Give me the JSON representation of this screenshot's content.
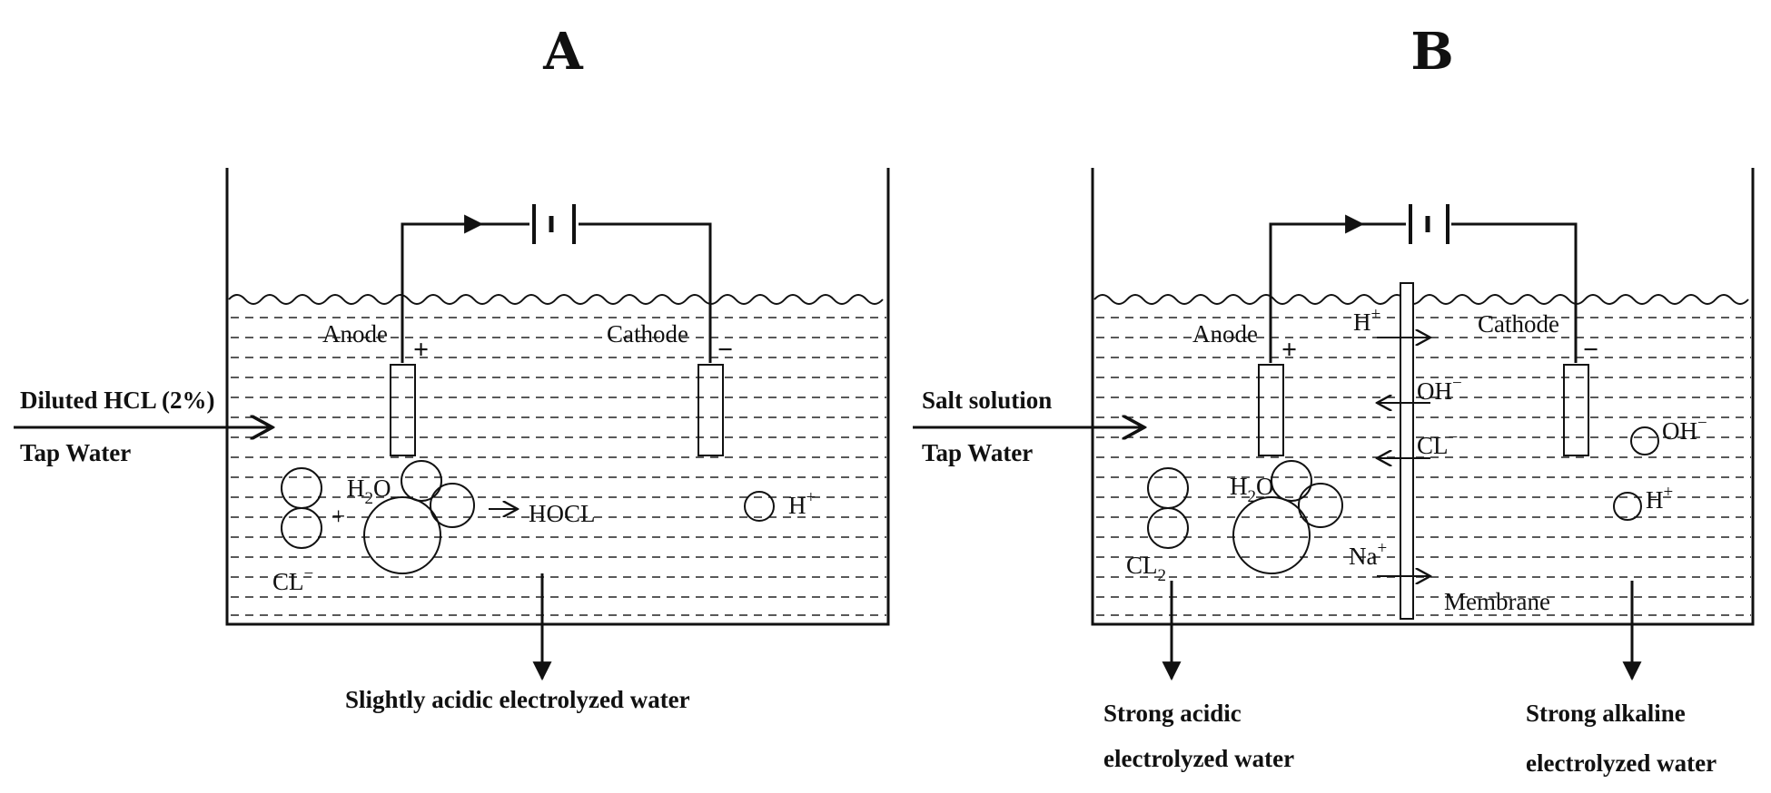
{
  "panels": {
    "a": {
      "title": "A",
      "inlet_line1": "Diluted HCL (2%)",
      "inlet_line2": "Tap Water",
      "anode": "Anode",
      "cathode": "Cathode",
      "plus": "+",
      "minus": "−",
      "h2o_h": "H",
      "h2o_sub": "2",
      "h2o_o": "O",
      "plus_sign": "+",
      "hocl": "HOCL",
      "cl": "CL",
      "cl_sup": "−",
      "h_ion": "H",
      "h_ion_sup": "+",
      "outlet": "Slightly acidic electrolyzed water"
    },
    "b": {
      "title": "B",
      "inlet_line1": "Salt solution",
      "inlet_line2": "Tap Water",
      "anode": "Anode",
      "cathode": "Cathode",
      "plus": "+",
      "minus": "−",
      "h2o_h": "H",
      "h2o_sub": "2",
      "h2o_o": "O",
      "cl2": "CL",
      "cl2_sub": "2",
      "h_plus": "H",
      "h_plus_sup": "+",
      "oh": "OH",
      "oh_sup": "−",
      "cl": "CL",
      "cl_sup": "−",
      "na": "Na",
      "na_sup": "+",
      "membrane": "Membrane",
      "cath_oh": "OH",
      "cath_oh_sup": "−",
      "cath_h": "H",
      "cath_h_sup": "+",
      "outlet_left_line1": "Strong acidic",
      "outlet_left_line2": "electrolyzed water",
      "outlet_right_line1": "Strong alkaline",
      "outlet_right_line2": "electrolyzed water"
    }
  }
}
